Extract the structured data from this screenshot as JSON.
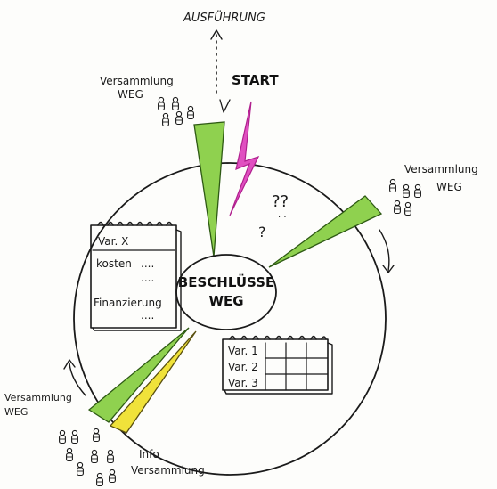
{
  "labels": {
    "ausfuehrung": "AUSFÜHRUNG",
    "start": "START",
    "center_line1": "BESCHLÜSSE",
    "center_line2": "WEG",
    "question_marks_1": "??",
    "question_mark_2": "?"
  },
  "assemblies": {
    "top": {
      "line1": "Versammlung",
      "line2": "WEG"
    },
    "right": {
      "line1": "Versammlung",
      "line2": "WEG"
    },
    "left": {
      "line1": "Versammlung",
      "line2": "WEG"
    },
    "info": {
      "line1": "Info",
      "line2": "Versammlung"
    }
  },
  "notepad_left": {
    "title": "Var. X",
    "row1": "kosten",
    "dots1": "....",
    "dots2": "....",
    "row2": "Finanzierung",
    "dots3": "...."
  },
  "notepad_right": {
    "rows": [
      "Var. 1",
      "Var. 2",
      "Var. 3"
    ]
  },
  "colors": {
    "green_wedge": "#8fd14f",
    "yellow_wedge": "#f0e23a",
    "lightning": "#e04fc0",
    "ink": "#1a1a1a"
  }
}
